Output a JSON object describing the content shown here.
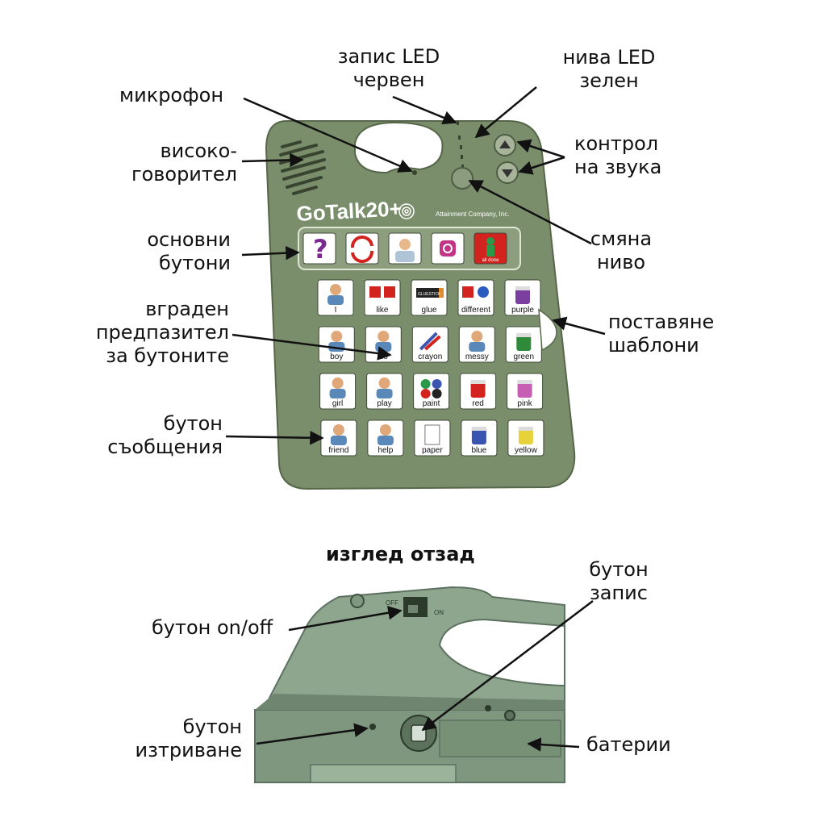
{
  "callouts": {
    "record_led": "запис LED\nчервен",
    "level_led": "нива LED\nзелен",
    "microphone": "микрофон",
    "speaker": "високо-\nговорител",
    "volume": "контрол\nна звука",
    "level_change": "смяна\nниво",
    "core_buttons": "основни\nбутони",
    "overlay_guard": "вграден\nпредпазител\nза бутоните",
    "overlay_insert": "поставяне\nшаблони",
    "message_button": "бутон\nсъобщения",
    "back_view_title": "изглед отзад",
    "record_button": "бутон\nзапис",
    "power_button": "бутон on/off",
    "erase_button": "бутон\nизтриване",
    "batteries": "батерии"
  },
  "device": {
    "brand": "GoTalk20+",
    "company": "Attainment Company, Inc.",
    "core_labels": [
      "",
      "",
      "",
      "",
      "all done"
    ],
    "grid_labels": [
      [
        "I",
        "like",
        "glue",
        "different",
        "purple"
      ],
      [
        "boy",
        "do",
        "crayon",
        "messy",
        "green"
      ],
      [
        "girl",
        "play",
        "paint",
        "red",
        "pink"
      ],
      [
        "friend",
        "help",
        "paper",
        "blue",
        "yellow"
      ]
    ],
    "glue_stick_text": "GLUESTICK",
    "back_switch_off": "OFF",
    "back_switch_on": "ON"
  },
  "colors": {
    "device_body": "#7b8e6c",
    "device_dark": "#5b6c4f",
    "back_body": "#8fa48f",
    "core_red": "#d2231f"
  }
}
